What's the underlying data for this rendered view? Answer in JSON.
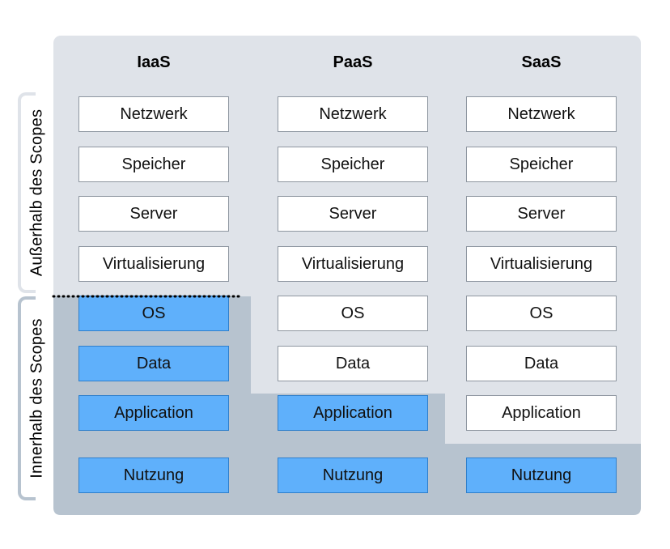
{
  "labels": {
    "outside": "Außerhalb des Scopes",
    "inside": "Innerhalb des Scopes"
  },
  "columns": [
    {
      "name": "IaaS",
      "layers": [
        {
          "label": "Netzwerk",
          "in_scope": false
        },
        {
          "label": "Speicher",
          "in_scope": false
        },
        {
          "label": "Server",
          "in_scope": false
        },
        {
          "label": "Virtualisierung",
          "in_scope": false
        },
        {
          "label": "OS",
          "in_scope": true
        },
        {
          "label": "Data",
          "in_scope": true
        },
        {
          "label": "Application",
          "in_scope": true
        },
        {
          "label": "Nutzung",
          "in_scope": true
        }
      ]
    },
    {
      "name": "PaaS",
      "layers": [
        {
          "label": "Netzwerk",
          "in_scope": false
        },
        {
          "label": "Speicher",
          "in_scope": false
        },
        {
          "label": "Server",
          "in_scope": false
        },
        {
          "label": "Virtualisierung",
          "in_scope": false
        },
        {
          "label": "OS",
          "in_scope": false
        },
        {
          "label": "Data",
          "in_scope": false
        },
        {
          "label": "Application",
          "in_scope": true
        },
        {
          "label": "Nutzung",
          "in_scope": true
        }
      ]
    },
    {
      "name": "SaaS",
      "layers": [
        {
          "label": "Netzwerk",
          "in_scope": false
        },
        {
          "label": "Speicher",
          "in_scope": false
        },
        {
          "label": "Server",
          "in_scope": false
        },
        {
          "label": "Virtualisierung",
          "in_scope": false
        },
        {
          "label": "OS",
          "in_scope": false
        },
        {
          "label": "Data",
          "in_scope": false
        },
        {
          "label": "Application",
          "in_scope": false
        },
        {
          "label": "Nutzung",
          "in_scope": true
        }
      ]
    }
  ],
  "colors": {
    "panel_light": "#dfe3e9",
    "panel_dark": "#b7c3cf",
    "in_scope_fill": "#5fb0fb",
    "in_scope_border": "#2f7fcc",
    "out_scope_fill": "#ffffff"
  }
}
